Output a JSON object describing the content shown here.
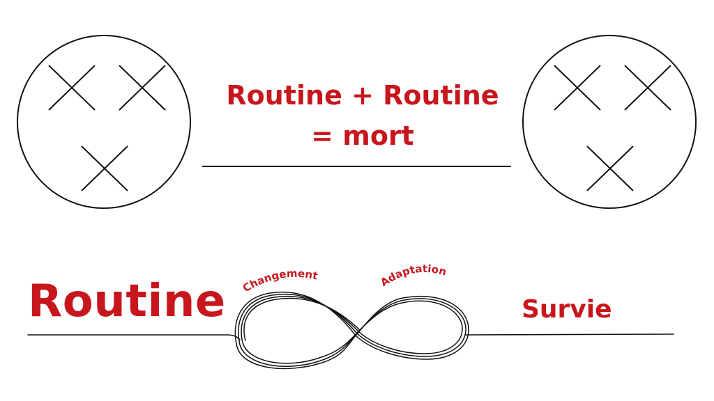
{
  "colors": {
    "accent": "#c8161d",
    "line": "#111111",
    "background": "#ffffff"
  },
  "top": {
    "equation_line1": "Routine + Routine",
    "equation_line2": "= mort",
    "faces": [
      {
        "name": "dead-face-left",
        "marks": "x-eyes-and-x-mouth"
      },
      {
        "name": "dead-face-right",
        "marks": "x-eyes-and-x-mouth"
      }
    ]
  },
  "bottom": {
    "left_label": "Routine",
    "right_label": "Survie",
    "loop_left_label": "Changement",
    "loop_right_label": "Adaptation",
    "loop_symbol": "infinity-loop"
  }
}
